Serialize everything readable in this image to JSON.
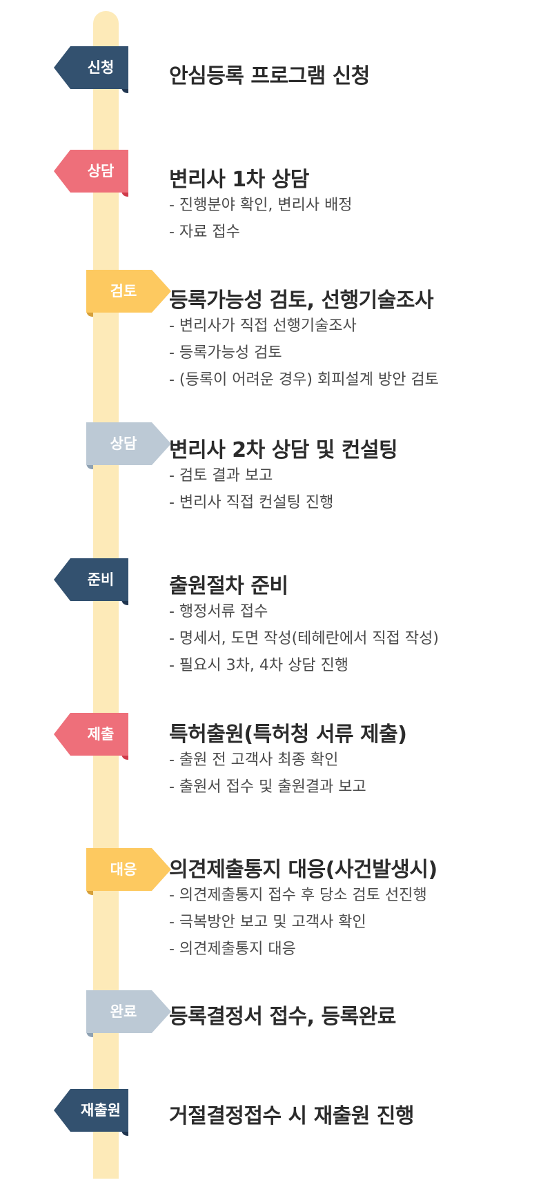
{
  "steps": [
    {
      "tag": "신청",
      "title": "안심등록 프로그램 신청",
      "details": [],
      "color": "#33516f",
      "dark": "#1f3550",
      "side": "left"
    },
    {
      "tag": "상담",
      "title": "변리사 1차 상담",
      "details": [
        "- 진행분야 확인, 변리사 배정",
        "- 자료 접수"
      ],
      "color": "#ee6f7a",
      "dark": "#cf3b4a",
      "side": "left"
    },
    {
      "tag": "검토",
      "title": "등록가능성 검토, 선행기술조사",
      "details": [
        "- 변리사가 직접 선행기술조사",
        "- 등록가능성 검토",
        "- (등록이 어려운 경우) 회피설계 방안 검토"
      ],
      "color": "#fdc960",
      "dark": "#d6a03a",
      "side": "right"
    },
    {
      "tag": "상담",
      "title": "변리사 2차 상담 및 컨설팅",
      "details": [
        "- 검토 결과 보고",
        "- 변리사 직접 컨설팅 진행"
      ],
      "color": "#bcc9d5",
      "dark": "#8ea1b2",
      "side": "right"
    },
    {
      "tag": "준비",
      "title": "출원절차 준비",
      "details": [
        "- 행정서류 접수",
        "- 명세서, 도면 작성(테헤란에서 직접 작성)",
        "- 필요시 3차, 4차 상담 진행"
      ],
      "color": "#33516f",
      "dark": "#1f3550",
      "side": "left"
    },
    {
      "tag": "제출",
      "title": "특허출원(특허청 서류 제출)",
      "details": [
        "- 출원 전 고객사 최종 확인",
        "- 출원서 접수 및 출원결과 보고"
      ],
      "color": "#ee6f7a",
      "dark": "#cf3b4a",
      "side": "left"
    },
    {
      "tag": "대응",
      "title": "의견제출통지 대응(사건발생시)",
      "details": [
        "- 의견제출통지 접수 후 당소 검토 선진행",
        "- 극복방안 보고 및 고객사 확인",
        "- 의견제출통지 대응"
      ],
      "color": "#fdc960",
      "dark": "#d6a03a",
      "side": "right"
    },
    {
      "tag": "완료",
      "title": "등록결정서 접수, 등록완료",
      "details": [],
      "color": "#bcc9d5",
      "dark": "#8ea1b2",
      "side": "right"
    },
    {
      "tag": "재출원",
      "title": "거절결정접수 시 재출원 진행",
      "details": [],
      "color": "#33516f",
      "dark": "#1f3550",
      "side": "left"
    }
  ]
}
